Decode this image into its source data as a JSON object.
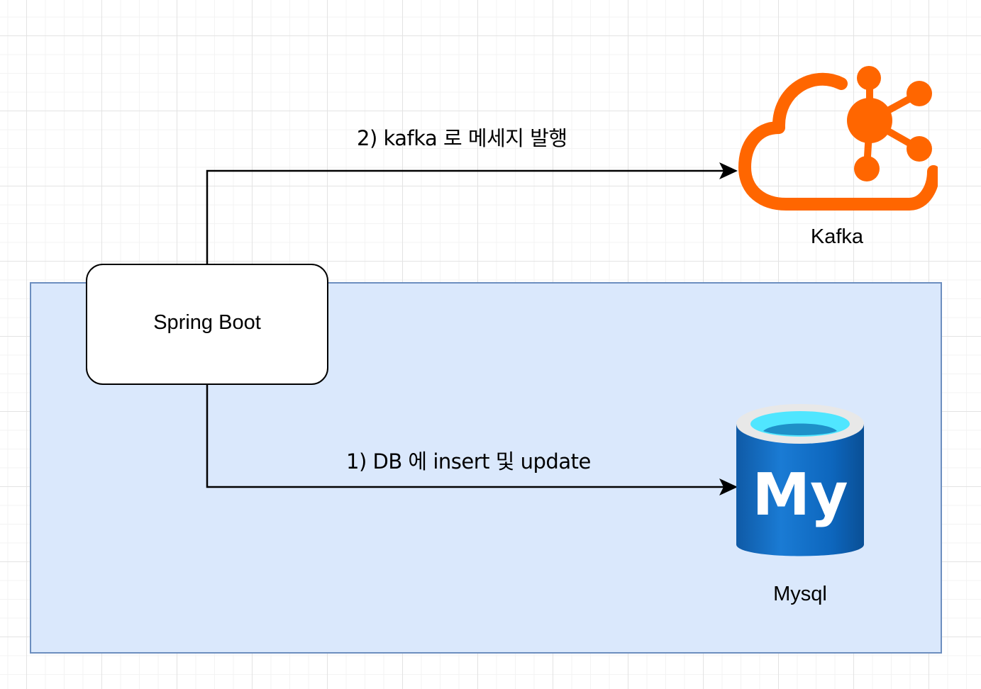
{
  "nodes": {
    "spring_boot": {
      "label": "Spring Boot"
    },
    "kafka": {
      "label": "Kafka",
      "icon": "kafka-cloud-icon",
      "color": "#ff6600"
    },
    "mysql": {
      "label": "Mysql",
      "icon": "mysql-database-icon",
      "icon_text": "My",
      "color": "#0072c6"
    }
  },
  "edges": [
    {
      "from": "Spring Boot",
      "to": "Kafka",
      "label": "2) kafka 로 메세지 발행"
    },
    {
      "from": "Spring Boot",
      "to": "Mysql",
      "label": "1) DB 에 insert 및 update"
    }
  ],
  "group": {
    "fill": "#dae8fc",
    "stroke": "#6c8ebf"
  }
}
